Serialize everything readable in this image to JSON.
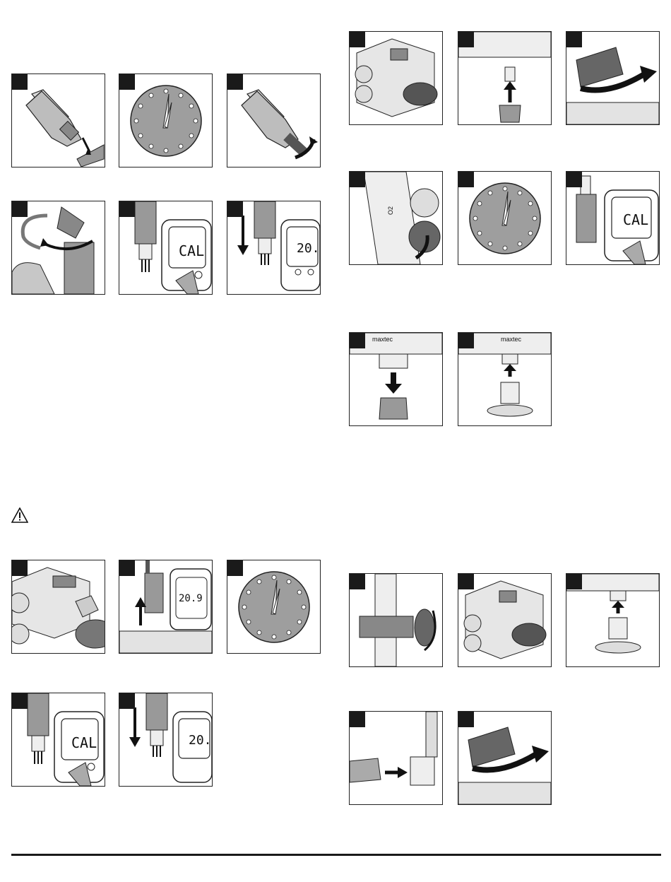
{
  "display": {
    "cal_text": "CAL",
    "reading_text": "20.9",
    "reading_unit": "%",
    "brand_text": "maxtec",
    "o2_label": "O2"
  },
  "icons": {
    "warning": "warning-triangle-icon",
    "clock": "clock-icon",
    "arrow": "arrow-icon"
  },
  "colors": {
    "ink": "#1a1a1a",
    "sensor_gray": "#9a9a9a",
    "panel_bg": "#ffffff"
  }
}
